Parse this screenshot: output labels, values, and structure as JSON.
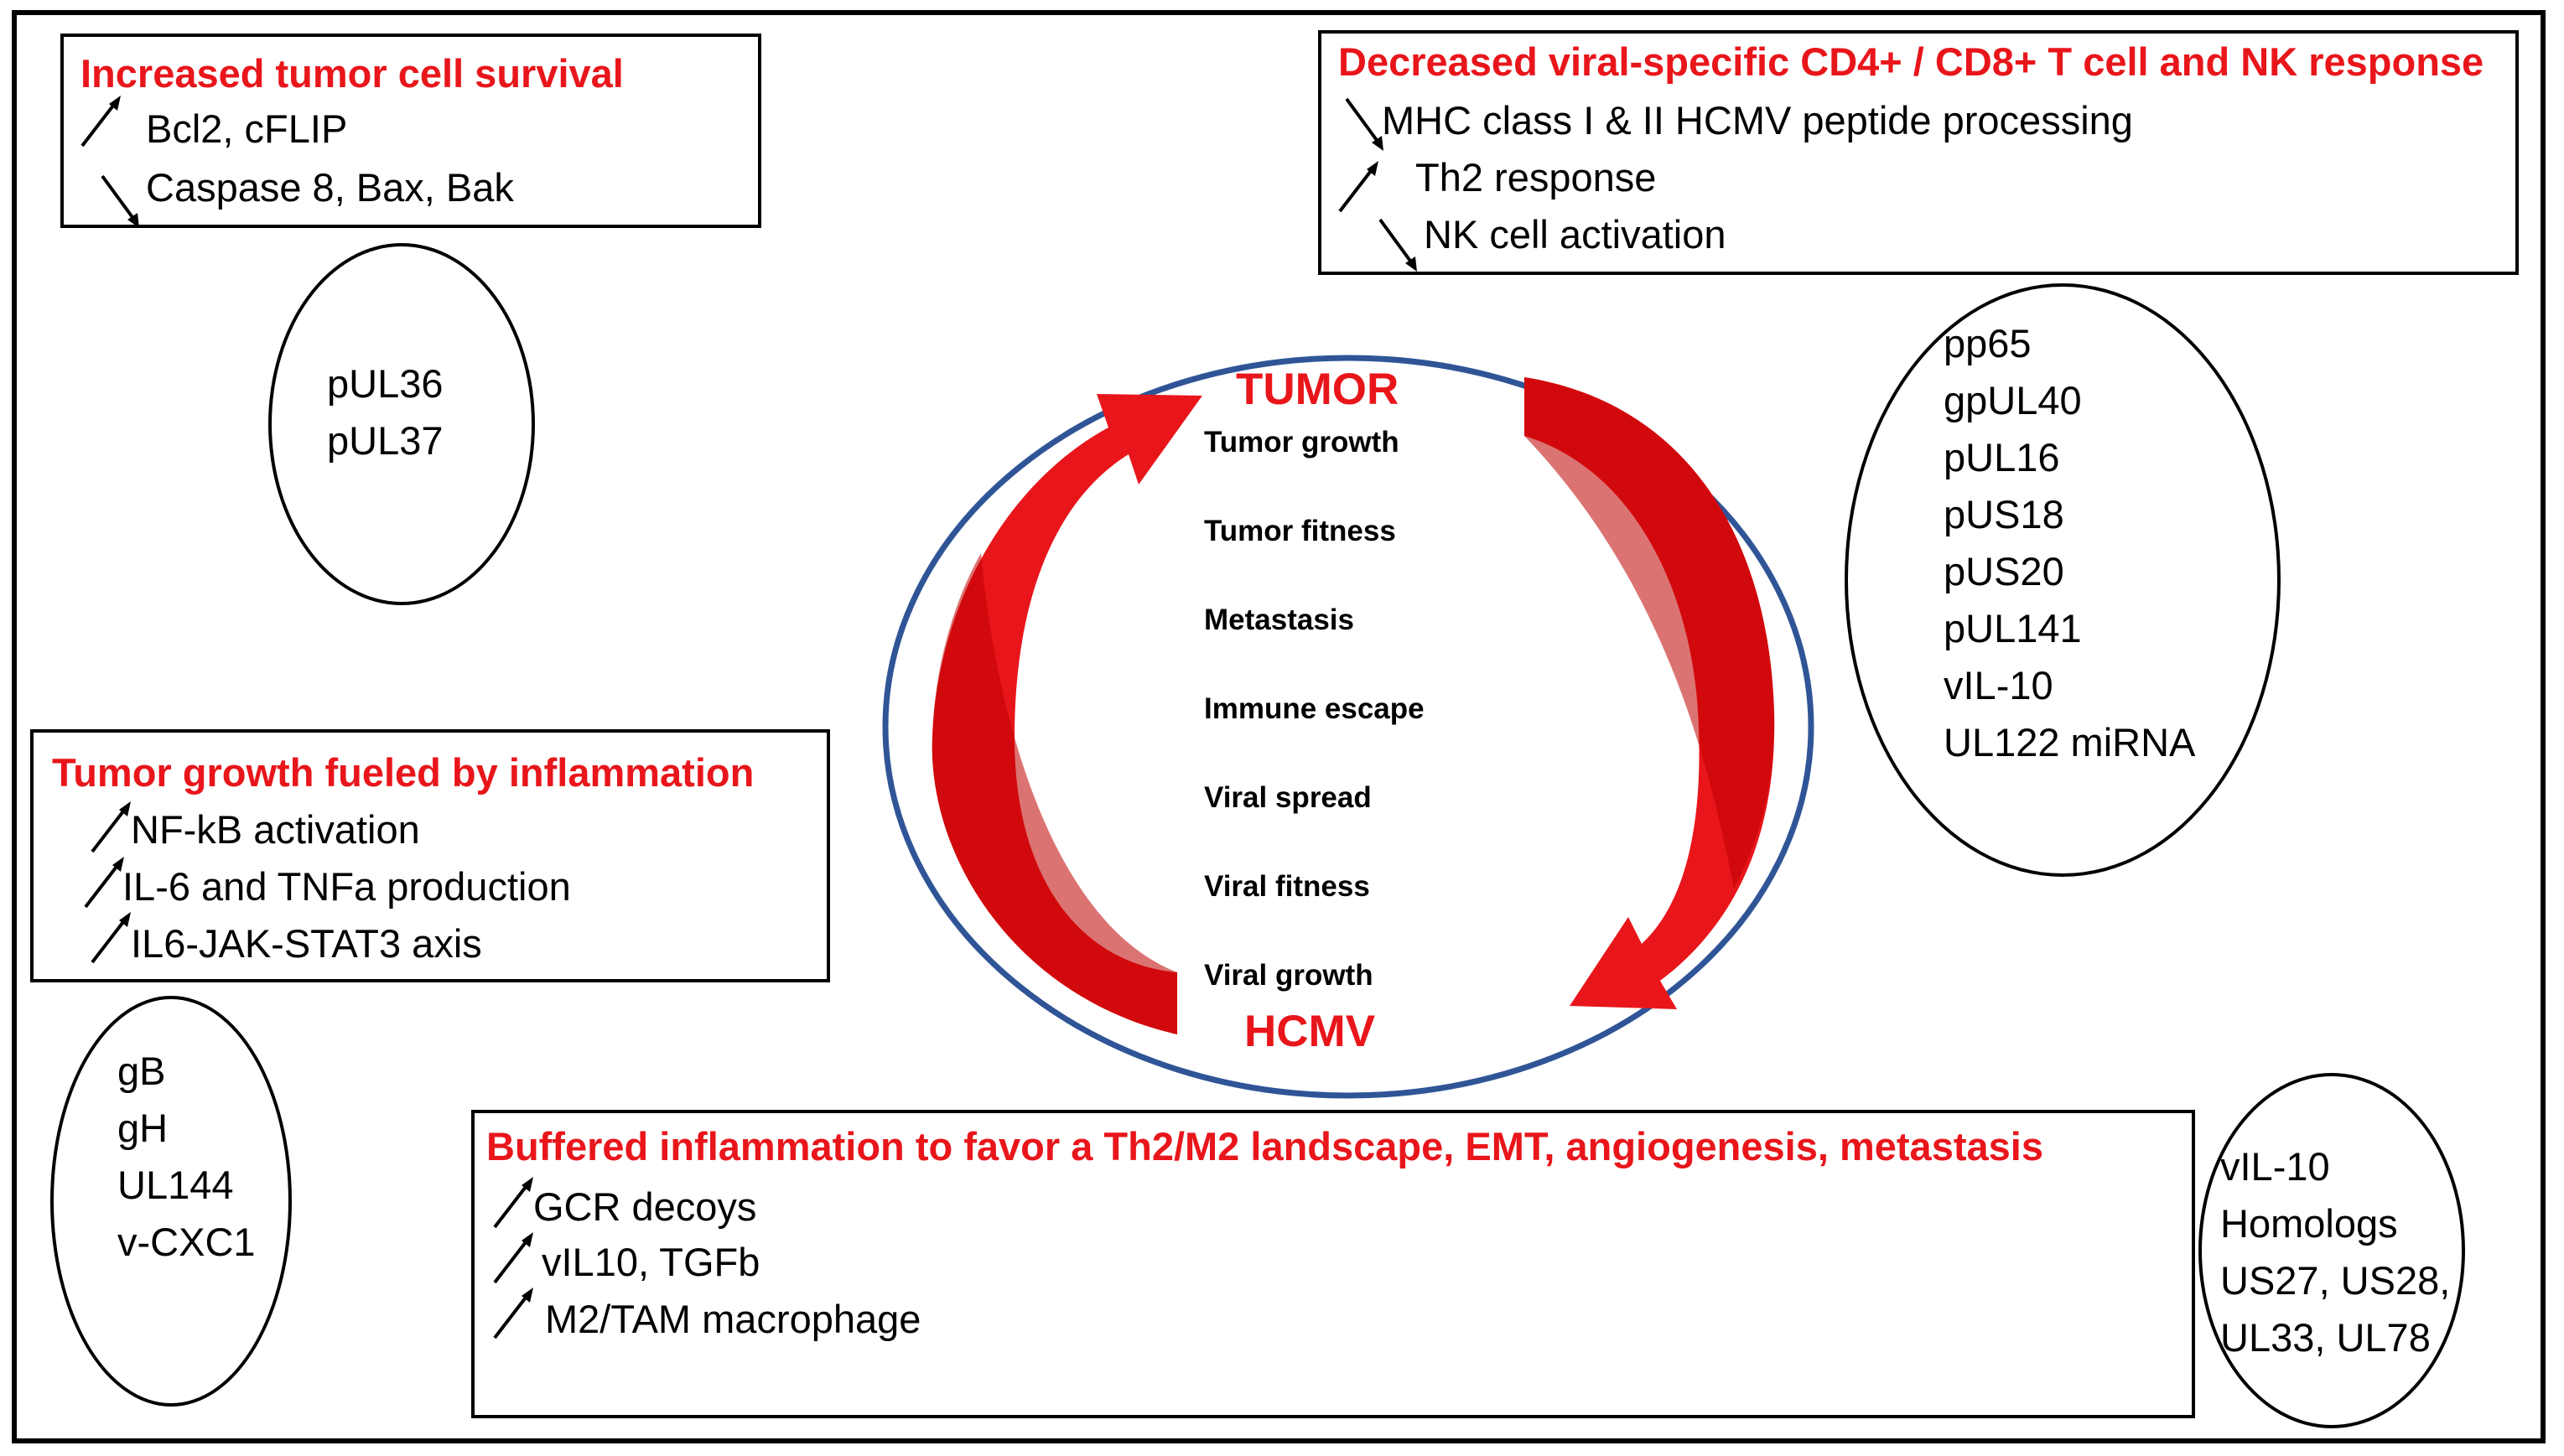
{
  "center": {
    "top_label": "TUMOR",
    "bottom_label": "HCMV",
    "items": [
      "Tumor growth",
      "Tumor fitness",
      "Metastasis",
      "Immune escape",
      "Viral spread",
      "Viral fitness",
      "Viral growth"
    ],
    "colors": {
      "ring": "#2f5597",
      "arrow": "#e8161b",
      "arrow_dark": "#c00000",
      "title": "#e8161b"
    }
  },
  "survival": {
    "title": "Increased tumor cell survival",
    "lines": [
      {
        "arrow": "up",
        "text": "Bcl2, cFLIP"
      },
      {
        "arrow": "down",
        "text": "Caspase 8, Bax, Bak"
      }
    ],
    "proteins": [
      "pUL36",
      "pUL37"
    ]
  },
  "immune": {
    "title": "Decreased viral-specific CD4+ / CD8+ T cell and NK response",
    "lines": [
      {
        "arrow": "down",
        "text": "MHC class I & II HCMV peptide processing"
      },
      {
        "arrow": "up",
        "text": "Th2 response"
      },
      {
        "arrow": "down",
        "text": "NK cell activation"
      }
    ],
    "proteins": [
      "pp65",
      "gpUL40",
      "pUL16",
      "pUS18",
      "pUS20",
      "pUL141",
      "vIL-10",
      "UL122 miRNA"
    ]
  },
  "inflammation": {
    "title": "Tumor growth fueled by inflammation",
    "lines": [
      {
        "arrow": "up",
        "text": "NF-kB activation"
      },
      {
        "arrow": "up",
        "text": "IL-6 and TNFa production"
      },
      {
        "arrow": "up",
        "text": "IL6-JAK-STAT3 axis"
      }
    ],
    "proteins": [
      "gB",
      "gH",
      "UL144",
      "v-CXC1"
    ]
  },
  "buffered": {
    "title": "Buffered inflammation to favor a Th2/M2 landscape, EMT, angiogenesis, metastasis",
    "lines": [
      {
        "arrow": "up",
        "text": "GCR decoys"
      },
      {
        "arrow": "up",
        "text": "vIL10, TGFb"
      },
      {
        "arrow": "up",
        "text": "M2/TAM macrophage"
      }
    ],
    "proteins": [
      "vIL-10",
      "Homologs",
      "US27, US28,",
      "UL33, UL78"
    ]
  }
}
